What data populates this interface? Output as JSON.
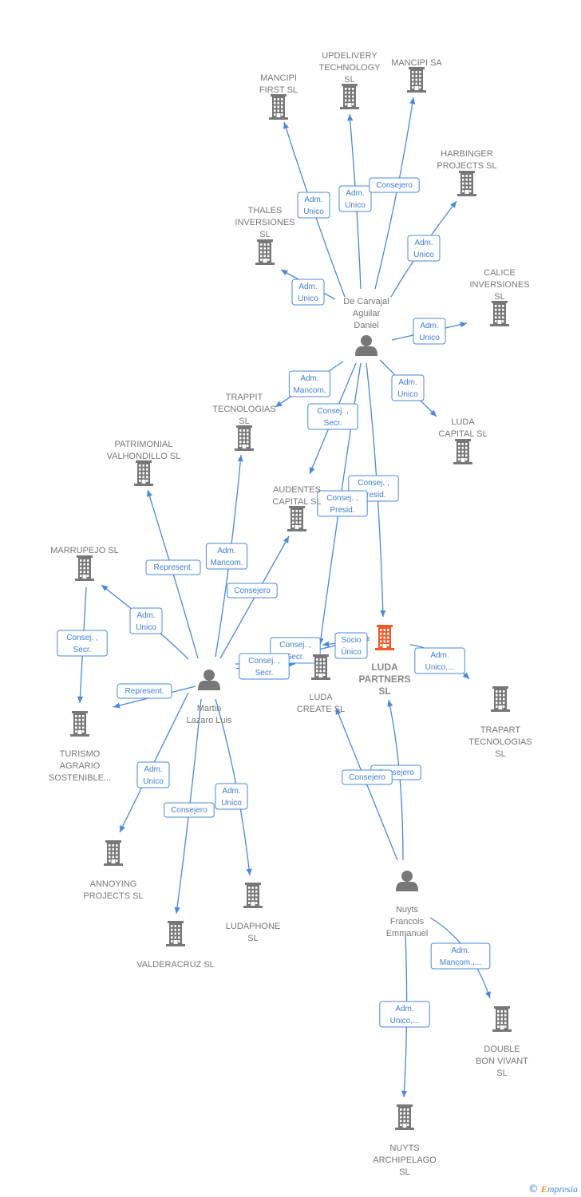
{
  "colors": {
    "edge": "#4a88d8",
    "building": "#777777",
    "focus": "#f15a29",
    "person": "#777777",
    "label": "#777777"
  },
  "nodes": [
    {
      "id": "mancipi_first",
      "type": "company",
      "lines": [
        "MANCIPI",
        "FIRST  SL"
      ]
    },
    {
      "id": "updelivery",
      "type": "company",
      "lines": [
        "UPDELIVERY",
        "TECHNOLOGY",
        "SL"
      ]
    },
    {
      "id": "mancipi_sa",
      "type": "company",
      "lines": [
        "MANCIPI SA"
      ]
    },
    {
      "id": "harbinger",
      "type": "company",
      "lines": [
        "HARBINGER",
        "PROJECTS  SL"
      ]
    },
    {
      "id": "thales",
      "type": "company",
      "lines": [
        "THALES",
        "INVERSIONES",
        "SL"
      ]
    },
    {
      "id": "calice",
      "type": "company",
      "lines": [
        "CALICE",
        "INVERSIONES",
        "SL"
      ]
    },
    {
      "id": "de_carvajal",
      "type": "person",
      "lines": [
        "De Carvajal",
        "Aguilar",
        "Daniel"
      ]
    },
    {
      "id": "trappit",
      "type": "company",
      "lines": [
        "TRAPPIT",
        "TECNOLOGIAS",
        "SL"
      ]
    },
    {
      "id": "luda_capital",
      "type": "company",
      "lines": [
        "LUDA",
        "CAPITAL  SL"
      ]
    },
    {
      "id": "patrimonial",
      "type": "company",
      "lines": [
        "PATRIMONIAL",
        "VALHONDILLO SL"
      ]
    },
    {
      "id": "audentes",
      "type": "company",
      "lines": [
        "AUDENTES",
        "CAPITAL  SL"
      ]
    },
    {
      "id": "marrupejo",
      "type": "company",
      "lines": [
        "MARRUPEJO SL"
      ]
    },
    {
      "id": "luda_partners",
      "type": "company",
      "focus": true,
      "lines": [
        "LUDA",
        "PARTNERS",
        "SL"
      ]
    },
    {
      "id": "luda_create",
      "type": "company",
      "lines": [
        "LUDA",
        "CREATE  SL"
      ]
    },
    {
      "id": "martin",
      "type": "person",
      "lines": [
        "Martin",
        "Lazaro Luis"
      ]
    },
    {
      "id": "trapart",
      "type": "company",
      "lines": [
        "TRAPART",
        "TECNOLOGIAS",
        "SL"
      ]
    },
    {
      "id": "turismo",
      "type": "company",
      "lines": [
        "TURISMO",
        "AGRARIO",
        "SOSTENIBLE..."
      ]
    },
    {
      "id": "annoying",
      "type": "company",
      "lines": [
        "ANNOYING",
        "PROJECTS SL"
      ]
    },
    {
      "id": "ludaphone",
      "type": "company",
      "lines": [
        "LUDAPHONE",
        "SL"
      ]
    },
    {
      "id": "valderacruz",
      "type": "company",
      "lines": [
        "VALDERACRUZ SL"
      ]
    },
    {
      "id": "nuyts",
      "type": "person",
      "lines": [
        "Nuyts",
        "Francois",
        "Emmanuel"
      ]
    },
    {
      "id": "double_bon",
      "type": "company",
      "lines": [
        "DOUBLE",
        "BON VIVANT",
        "SL"
      ]
    },
    {
      "id": "nuyts_arch",
      "type": "company",
      "lines": [
        "NUYTS",
        "ARCHIPELAGO",
        "SL"
      ]
    }
  ],
  "edges": [
    {
      "from": "de_carvajal",
      "to": "mancipi_first",
      "lines": [
        "Adm.",
        "Unico"
      ]
    },
    {
      "from": "de_carvajal",
      "to": "updelivery",
      "lines": [
        "Adm.",
        "Unico"
      ]
    },
    {
      "from": "de_carvajal",
      "to": "mancipi_sa",
      "lines": [
        "Consejero"
      ]
    },
    {
      "from": "de_carvajal",
      "to": "harbinger",
      "lines": [
        "Adm.",
        "Unico"
      ]
    },
    {
      "from": "de_carvajal",
      "to": "thales",
      "lines": [
        "Adm.",
        "Unico"
      ]
    },
    {
      "from": "de_carvajal",
      "to": "calice",
      "lines": [
        "Adm.",
        "Unico"
      ]
    },
    {
      "from": "de_carvajal",
      "to": "trappit",
      "lines": [
        "Adm.",
        "Mancom."
      ]
    },
    {
      "from": "de_carvajal",
      "to": "luda_capital",
      "lines": [
        "Adm.",
        "Unico"
      ]
    },
    {
      "from": "de_carvajal",
      "to": "audentes",
      "lines": [
        "Consej. ,",
        "Secr."
      ]
    },
    {
      "from": "de_carvajal",
      "to": "luda_partners",
      "lines": [
        "Consej. ,",
        "Presid."
      ]
    },
    {
      "from": "de_carvajal",
      "to": "luda_create",
      "lines": [
        "Consej. ,",
        "Presid."
      ]
    },
    {
      "from": "martin",
      "to": "patrimonial",
      "lines": [
        "Represent."
      ]
    },
    {
      "from": "martin",
      "to": "trappit",
      "lines": [
        "Adm.",
        "Mancom."
      ]
    },
    {
      "from": "martin",
      "to": "audentes",
      "lines": [
        "Consejero"
      ]
    },
    {
      "from": "martin",
      "to": "marrupejo",
      "lines": [
        "Adm.",
        "Unico"
      ]
    },
    {
      "from": "martin",
      "to": "turismo",
      "lines": [
        "Represent."
      ]
    },
    {
      "from": "marrupejo",
      "to": "turismo",
      "lines": [
        "Consej. ,",
        "Secr."
      ]
    },
    {
      "from": "martin",
      "to": "luda_create",
      "lines": [
        "Consej. ,",
        "Secr."
      ]
    },
    {
      "from": "martin",
      "to": "luda_partners",
      "lines": [
        "Consej. ,",
        "Secr."
      ]
    },
    {
      "from": "martin",
      "to": "annoying",
      "lines": [
        "Adm.",
        "Unico"
      ]
    },
    {
      "from": "martin",
      "to": "valderacruz",
      "lines": [
        "Consejero"
      ]
    },
    {
      "from": "martin",
      "to": "ludaphone",
      "lines": [
        "Adm.",
        "Unico"
      ]
    },
    {
      "from": "luda_partners",
      "to": "luda_create",
      "lines": [
        "Socio",
        "Único"
      ]
    },
    {
      "from": "luda_partners",
      "to": "trapart",
      "lines": [
        "Adm.",
        "Unico,..."
      ]
    },
    {
      "from": "nuyts",
      "to": "luda_partners",
      "lines": [
        "Consejero"
      ]
    },
    {
      "from": "nuyts",
      "to": "luda_create",
      "lines": [
        "Consejero"
      ]
    },
    {
      "from": "nuyts",
      "to": "double_bon",
      "lines": [
        "Adm.",
        "Mancom.,..."
      ]
    },
    {
      "from": "nuyts",
      "to": "nuyts_arch",
      "lines": [
        "Adm.",
        "Unico,..."
      ]
    }
  ],
  "credit": {
    "symbol": "©",
    "first_letter": "E",
    "rest": "mpresia"
  }
}
